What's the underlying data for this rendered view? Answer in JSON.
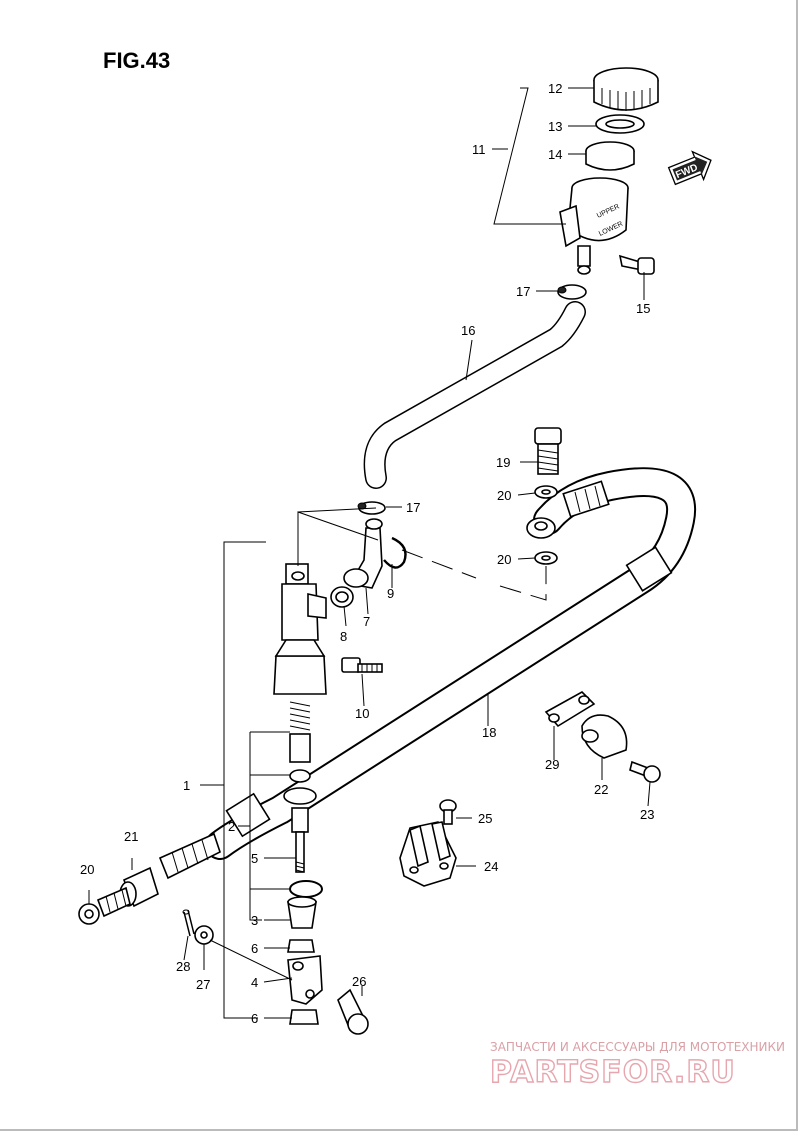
{
  "figure": {
    "title": "FIG.43"
  },
  "direction_marker": "FWD",
  "reservoir_marks": [
    "UPPER",
    "LOWER"
  ],
  "callouts": [
    "1",
    "2",
    "3",
    "4",
    "5",
    "6",
    "6",
    "7",
    "8",
    "9",
    "10",
    "11",
    "12",
    "13",
    "14",
    "15",
    "16",
    "17",
    "17",
    "18",
    "19",
    "20",
    "20",
    "20",
    "21",
    "22",
    "23",
    "24",
    "25",
    "26",
    "27",
    "28",
    "29"
  ],
  "watermark": {
    "tagline": "ЗАПЧАСТИ И АКСЕССУАРЫ ДЛЯ МОТОТЕХНИКИ",
    "brand": "PARTSFOR.RU"
  }
}
